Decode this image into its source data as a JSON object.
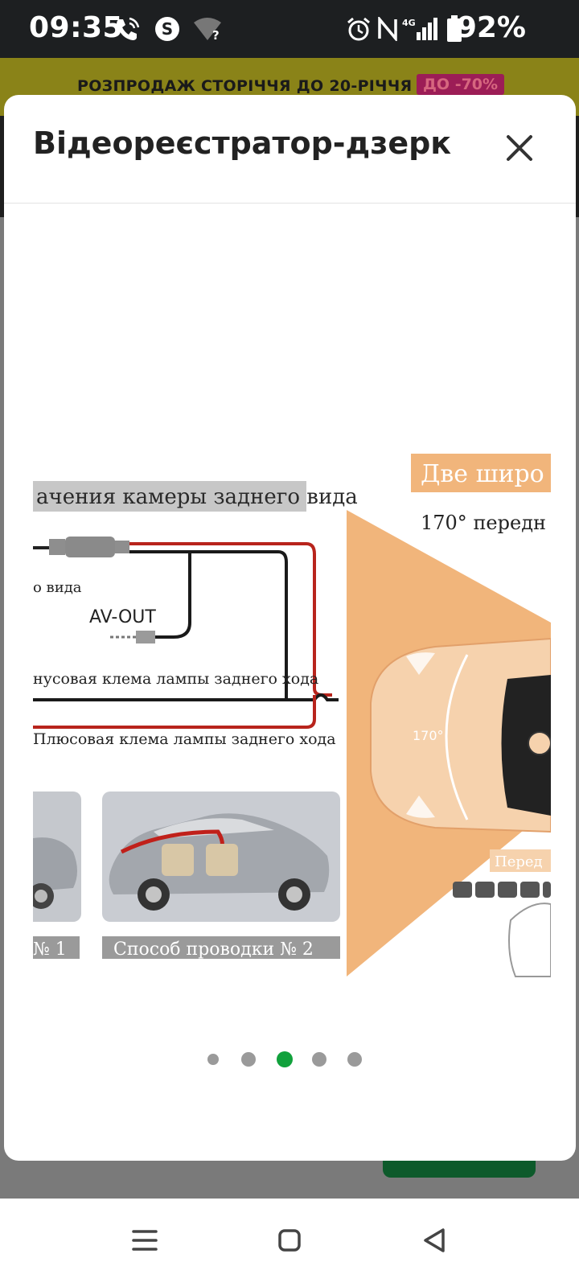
{
  "status_bar": {
    "time": "09:35",
    "battery_percent": "92%",
    "icons": [
      "wifi-calling-icon",
      "s-app-icon",
      "wifi-unknown-icon",
      "alarm-icon",
      "nfc-icon",
      "4g-signal-icon",
      "battery-icon"
    ]
  },
  "promo_banner": {
    "text": "РОЗПРОДАЖ СТОРІЧЧЯ ДО 20-РІЧЧЯ",
    "badge": "ДО -70%"
  },
  "modal": {
    "title": "Відеореєстратор-дзерка...",
    "close_icon": "close-icon"
  },
  "image": {
    "heading_left": "ачения камеры заднего вида",
    "label_rear": "о вида",
    "label_avout": "AV-OUT",
    "label_minus": "нусовая клема лампы заднего хода",
    "label_plus": "Плюсовая клема лампы заднего хода",
    "caption_1": "№ 1",
    "caption_2": "Способ проводки № 2",
    "heading_right": "Две широ",
    "angle_text": "170° передн",
    "angle_label": "170°",
    "front_label": "Перед"
  },
  "carousel": {
    "count": 5,
    "active_index": 2
  },
  "navigation": {
    "icons": [
      "recent-apps-icon",
      "home-icon",
      "back-icon"
    ]
  },
  "colors": {
    "accent_green": "#11a13c",
    "promo_bg": "#8a8318",
    "badge_bg": "#9c1d56",
    "wire_red": "#b8241c",
    "orange_cone": "#f1b57b"
  }
}
